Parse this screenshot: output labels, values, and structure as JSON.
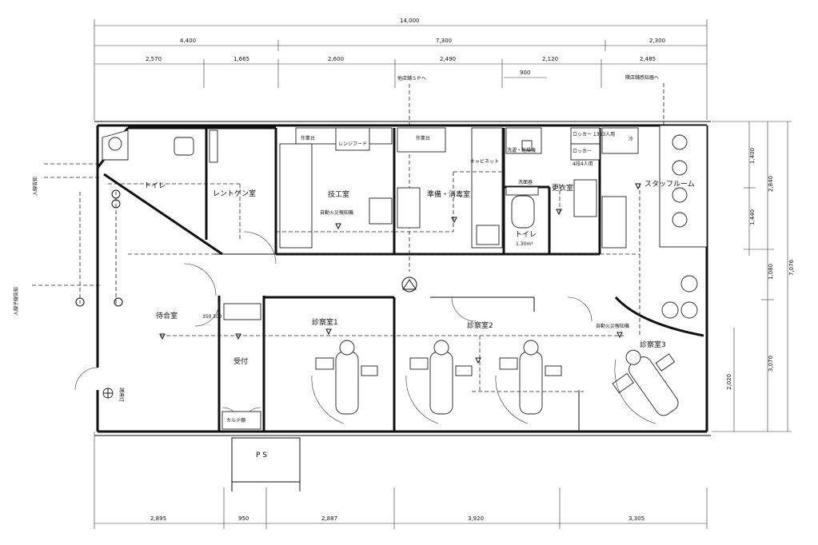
{
  "dimensions": {
    "top_total": "14,000",
    "top_level1": [
      "4,400",
      "7,300",
      "2,300"
    ],
    "top_level2": [
      "2,570",
      "1,665",
      "2,600",
      "2,490",
      "2,120",
      "2,485"
    ],
    "top_small": "900",
    "bottom": [
      "2,895",
      "950",
      "2,887",
      "3,920",
      "3,305"
    ],
    "right_outer": "7,076",
    "right_mid": [
      "2,840",
      "1,080",
      "3,070"
    ],
    "right_inner": [
      "1,400",
      "1,440"
    ],
    "right_small": "2,020",
    "waiting_small": [
      "350",
      "300"
    ]
  },
  "notes": {
    "sp_line": "他店舗ＳＰへ",
    "detector_line": "隣店舗感知器へ",
    "left_top": "入線告知",
    "left_mid": "入線子線告知"
  },
  "rooms": {
    "toilet1": "トイレ",
    "xray": "レントゲン室",
    "lab": "技工室",
    "prep": "準備・消毒室",
    "locker": "更衣室",
    "staff": "スタッフルーム",
    "toilet2": "トイレ",
    "toilet2_area": "1.30m²",
    "waiting": "待合室",
    "reception": "受付",
    "chart_shelf": "カルテ棚",
    "exam1": "診察室1",
    "exam2": "診察室2",
    "exam3": "診察室3",
    "ps": "P S"
  },
  "fixtures": {
    "work_table1": "作業台",
    "range_hood": "レンジフード",
    "work_table2": "作業台",
    "cabinet": "キャビネット",
    "wash_basin": "洗面器",
    "washer": "洗濯・乾燥機",
    "locker1": "ロッカー 1363人用",
    "locker2": "ロッカー",
    "locker3": "4段4人用",
    "misc_box": "冷",
    "fire_detector1": "自動火災報知機",
    "fire_detector2": "自動火災報知機",
    "entrance_mark": "誘導灯"
  }
}
